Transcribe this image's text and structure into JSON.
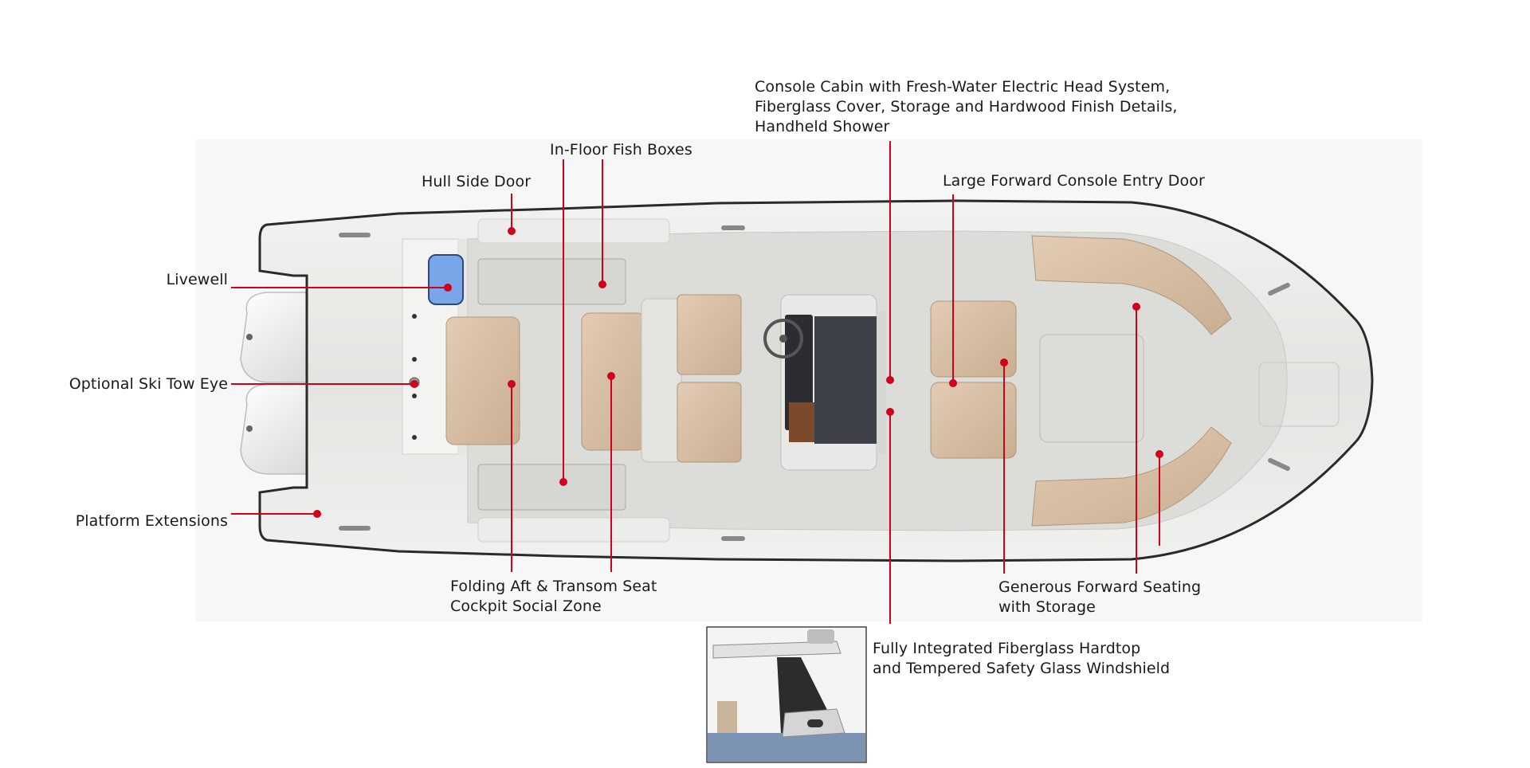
{
  "diagram": {
    "accent_color": "#d0021b",
    "hull_color": "#e7e7e5",
    "deck_color": "#d9d9d6",
    "cushion_color": "#d7bfa6",
    "livewell_color": "#79a6e8",
    "callouts": {
      "console_cabin": "Console Cabin with Fresh-Water Electric Head System,\nFiberglass Cover, Storage and Hardwood Finish Details,\nHandheld Shower",
      "fish_boxes": "In-Floor Fish Boxes",
      "hull_side_door": "Hull Side Door",
      "forward_console_door": "Large Forward Console Entry Door",
      "livewell": "Livewell",
      "ski_tow_eye": "Optional Ski Tow Eye",
      "platform_extensions": "Platform Extensions",
      "folding_seat": "Folding Aft & Transom Seat\nCockpit Social Zone",
      "forward_seating": "Generous Forward Seating\nwith Storage",
      "hardtop": "Fully Integrated Fiberglass Hardtop\nand Tempered Safety Glass Windshield"
    }
  }
}
